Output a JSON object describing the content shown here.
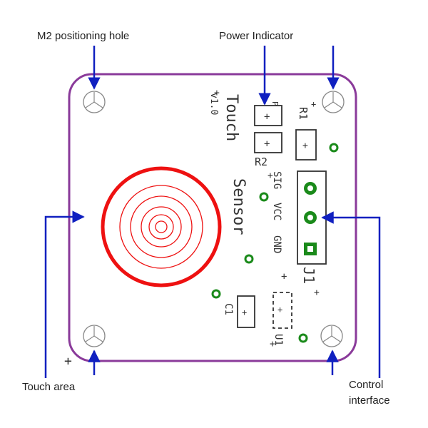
{
  "colors": {
    "board_outline": "#8a3a9a",
    "touch_pad": "#ee1111",
    "arrow": "#1020c0",
    "via": "#1a8a1a",
    "silkscreen": "#333333",
    "background": "#ffffff"
  },
  "callouts": {
    "m2_hole": "M2 positioning hole",
    "power_indicator": "Power Indicator",
    "touch_area": "Touch area",
    "control_interface_line1": "Control",
    "control_interface_line2": "interface"
  },
  "silkscreen": {
    "version": "v1.0",
    "title_line1": "Touch",
    "title_line2": "Sensor",
    "r1": "R1",
    "r2": "R2",
    "c1": "C1",
    "u1": "U1",
    "j1": "J1",
    "sig": "SIG",
    "vcc": "VCC",
    "gnd": "GND",
    "plus": "+"
  },
  "icons": {
    "mounting_hole": "mounting-hole-icon",
    "via": "via-icon",
    "header_pin": "header-pin-icon"
  }
}
